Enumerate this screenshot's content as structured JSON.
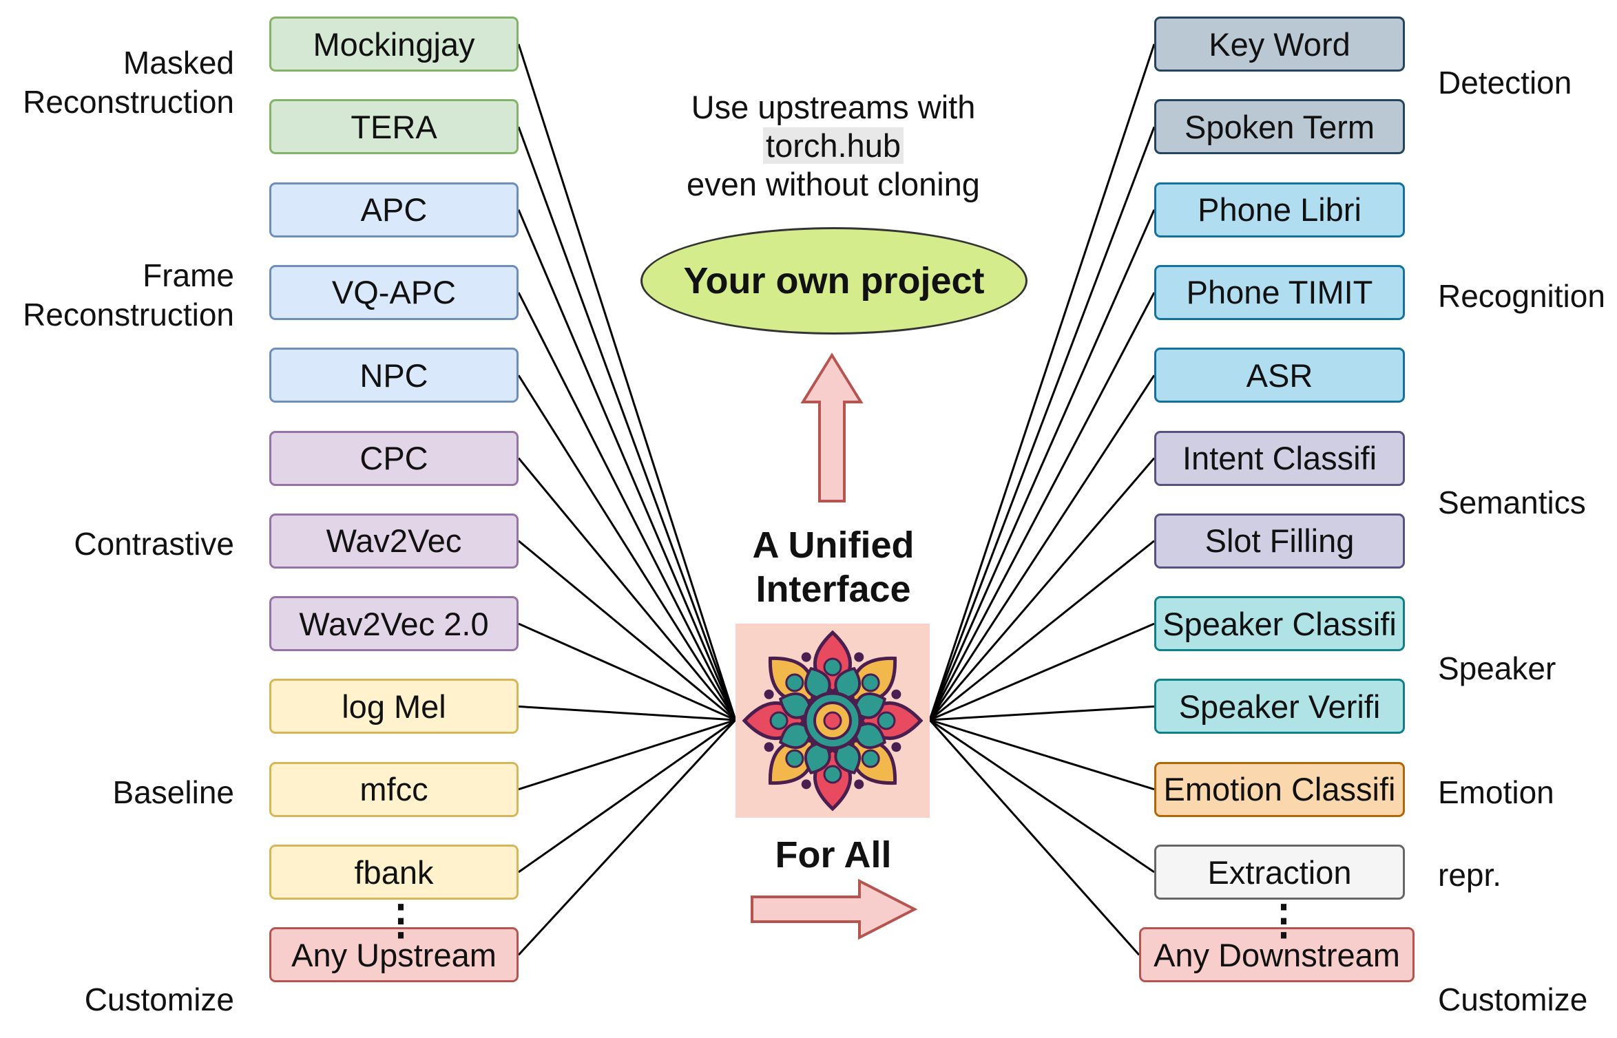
{
  "upstreams": [
    {
      "label": "Mockingjay",
      "fill": "#d5e8d4",
      "stroke": "#82b366"
    },
    {
      "label": "TERA",
      "fill": "#d5e8d4",
      "stroke": "#82b366"
    },
    {
      "label": "APC",
      "fill": "#dae8fc",
      "stroke": "#6c8ebf"
    },
    {
      "label": "VQ-APC",
      "fill": "#dae8fc",
      "stroke": "#6c8ebf"
    },
    {
      "label": "NPC",
      "fill": "#dae8fc",
      "stroke": "#6c8ebf"
    },
    {
      "label": "CPC",
      "fill": "#e1d5e7",
      "stroke": "#9673a6"
    },
    {
      "label": "Wav2Vec",
      "fill": "#e1d5e7",
      "stroke": "#9673a6"
    },
    {
      "label": "Wav2Vec 2.0",
      "fill": "#e1d5e7",
      "stroke": "#9673a6"
    },
    {
      "label": "log Mel",
      "fill": "#fff2cc",
      "stroke": "#d6b656"
    },
    {
      "label": "mfcc",
      "fill": "#fff2cc",
      "stroke": "#d6b656"
    },
    {
      "label": "fbank",
      "fill": "#fff2cc",
      "stroke": "#d6b656"
    },
    {
      "label": "Any Upstream",
      "fill": "#f8cecc",
      "stroke": "#b85450"
    }
  ],
  "upstream_groups": [
    {
      "label": "Masked\nReconstruction"
    },
    {
      "label": "Frame\nReconstruction"
    },
    {
      "label": "Contrastive"
    },
    {
      "label": "Baseline"
    },
    {
      "label": "Customize"
    }
  ],
  "downstreams": [
    {
      "label": "Key Word",
      "fill": "#bac8d3",
      "stroke": "#23445d"
    },
    {
      "label": "Spoken Term",
      "fill": "#bac8d3",
      "stroke": "#23445d"
    },
    {
      "label": "Phone Libri",
      "fill": "#b1ddf0",
      "stroke": "#10739e"
    },
    {
      "label": "Phone TIMIT",
      "fill": "#b1ddf0",
      "stroke": "#10739e"
    },
    {
      "label": "ASR",
      "fill": "#b1ddf0",
      "stroke": "#10739e"
    },
    {
      "label": "Intent Classifi",
      "fill": "#d0cee2",
      "stroke": "#56517e"
    },
    {
      "label": "Slot Filling",
      "fill": "#d0cee2",
      "stroke": "#56517e"
    },
    {
      "label": "Speaker Classifi",
      "fill": "#b0e3e6",
      "stroke": "#0e8088"
    },
    {
      "label": "Speaker Verifi",
      "fill": "#b0e3e6",
      "stroke": "#0e8088"
    },
    {
      "label": "Emotion Classifi",
      "fill": "#fad7ac",
      "stroke": "#b46504"
    },
    {
      "label": "Extraction",
      "fill": "#f5f5f5",
      "stroke": "#666666"
    },
    {
      "label": "Any Downstream",
      "fill": "#f8cecc",
      "stroke": "#b85450"
    }
  ],
  "downstream_groups": [
    {
      "label": "Detection"
    },
    {
      "label": "Recognition"
    },
    {
      "label": "Semantics"
    },
    {
      "label": "Speaker"
    },
    {
      "label": "Emotion"
    },
    {
      "label": "repr."
    },
    {
      "label": "Customize"
    }
  ],
  "center": {
    "hub_line1": "Use upstreams with",
    "hub_code": "torch.hub",
    "hub_line3": "even without cloning",
    "project": "Your own project",
    "title": "A Unified\nInterface",
    "for_all": "For All"
  },
  "ellipsis": "⋮",
  "colors": {
    "arrow_fill": "#f8cecc",
    "arrow_stroke": "#b85450",
    "logo_bg": "#f9d3c8",
    "project_fill": "#d4ec8c"
  }
}
